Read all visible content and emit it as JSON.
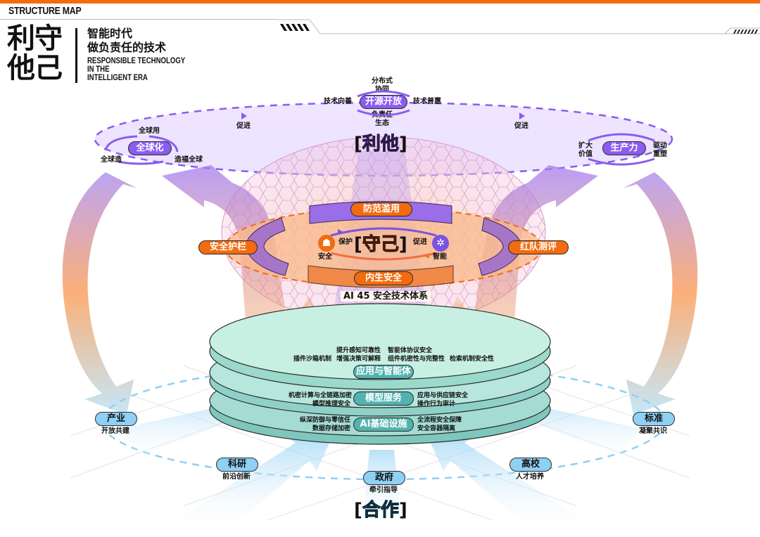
{
  "header": {
    "section_label": "STRUCTURE MAP",
    "title_chars": "利守他己",
    "title_line1": "利守",
    "title_line2": "他己",
    "subtitle_cn_1": "智能时代",
    "subtitle_cn_2": "做负责任的技术",
    "subtitle_en_1": "RESPONSIBLE TECHNOLOGY",
    "subtitle_en_2": "IN THE",
    "subtitle_en_3": "INTELLIGENT ERA"
  },
  "colors": {
    "accent_orange": "#f26b0f",
    "accent_purple": "#8b5cf0",
    "teal": "#52b3ae",
    "light_blue": "#8fd0f5"
  },
  "top_ring": {
    "bracket_title": "利他",
    "promote_left": "促进",
    "promote_right": "促进",
    "open_source": {
      "label": "开源开放",
      "top": "分布式\n协同",
      "top_line1": "分布式",
      "top_line2": "协同",
      "left": "技术向善",
      "right": "技术普惠",
      "bottom_line1": "负责任",
      "bottom_line2": "生态"
    },
    "globalization": {
      "label": "全球化",
      "top": "全球用",
      "left": "全球造",
      "right": "造福全球"
    },
    "productivity": {
      "label": "生产力",
      "left_line1": "扩大",
      "left_line2": "价值",
      "right_line1": "驱动",
      "right_line2": "重塑"
    }
  },
  "middle": {
    "bracket_title": "守己",
    "top_band": "防范滥用",
    "bottom_band": "内生安全",
    "left_pill": "安全护栏",
    "right_pill": "红队测评",
    "protect": "保护",
    "promote": "促进",
    "safety_label": "安全",
    "intelligence_label": "智能",
    "system_caption": "AI 45 安全技术体系"
  },
  "layers": {
    "app": {
      "label": "应用与智能体",
      "items_row1": [
        "提升感知可靠性",
        "智能体协议安全"
      ],
      "items_row2": [
        "插件沙箱机制",
        "增强决策可解释",
        "组件机密性与完整性",
        "检索机制安全性"
      ]
    },
    "model": {
      "label": "模型服务",
      "left_line1": "机密计算与全链路加密",
      "left_line2": "模型推理安全",
      "right_line1": "应用与供应链安全",
      "right_line2": "操作行为审计"
    },
    "infra": {
      "label": "AI基础设施",
      "left_line1": "纵深防御与零信任",
      "left_line2": "数据存储加密",
      "right_line1": "全流程安全保障",
      "right_line2": "安全容器隔离"
    }
  },
  "bottom_ring": {
    "bracket_title": "合作",
    "nodes": [
      {
        "label": "产业",
        "caption": "开放共建"
      },
      {
        "label": "科研",
        "caption": "前沿创新"
      },
      {
        "label": "政府",
        "caption": "牵引指导"
      },
      {
        "label": "高校",
        "caption": "人才培养"
      },
      {
        "label": "标准",
        "caption": "凝聚共识"
      }
    ]
  }
}
